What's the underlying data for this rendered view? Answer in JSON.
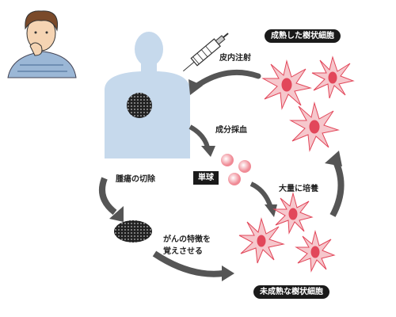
{
  "labels": {
    "mature_dc": "成熟した樹状細胞",
    "intradermal": "皮内注射",
    "blood": "成分採血",
    "monocyte": "単球",
    "tumor_excision": "腫瘍の切除",
    "expand": "大量に培養",
    "learn_line1": "がんの特徴を",
    "learn_line2": "覚えさせる",
    "immature_dc": "未成熟な樹状細胞"
  },
  "colors": {
    "body": "#c6d9ec",
    "cell_fill": "#f6c7cc",
    "cell_stroke": "#e2475a",
    "nucleus": "#e2475a",
    "arrow": "#555555",
    "label_bg": "#1a1a1a"
  }
}
